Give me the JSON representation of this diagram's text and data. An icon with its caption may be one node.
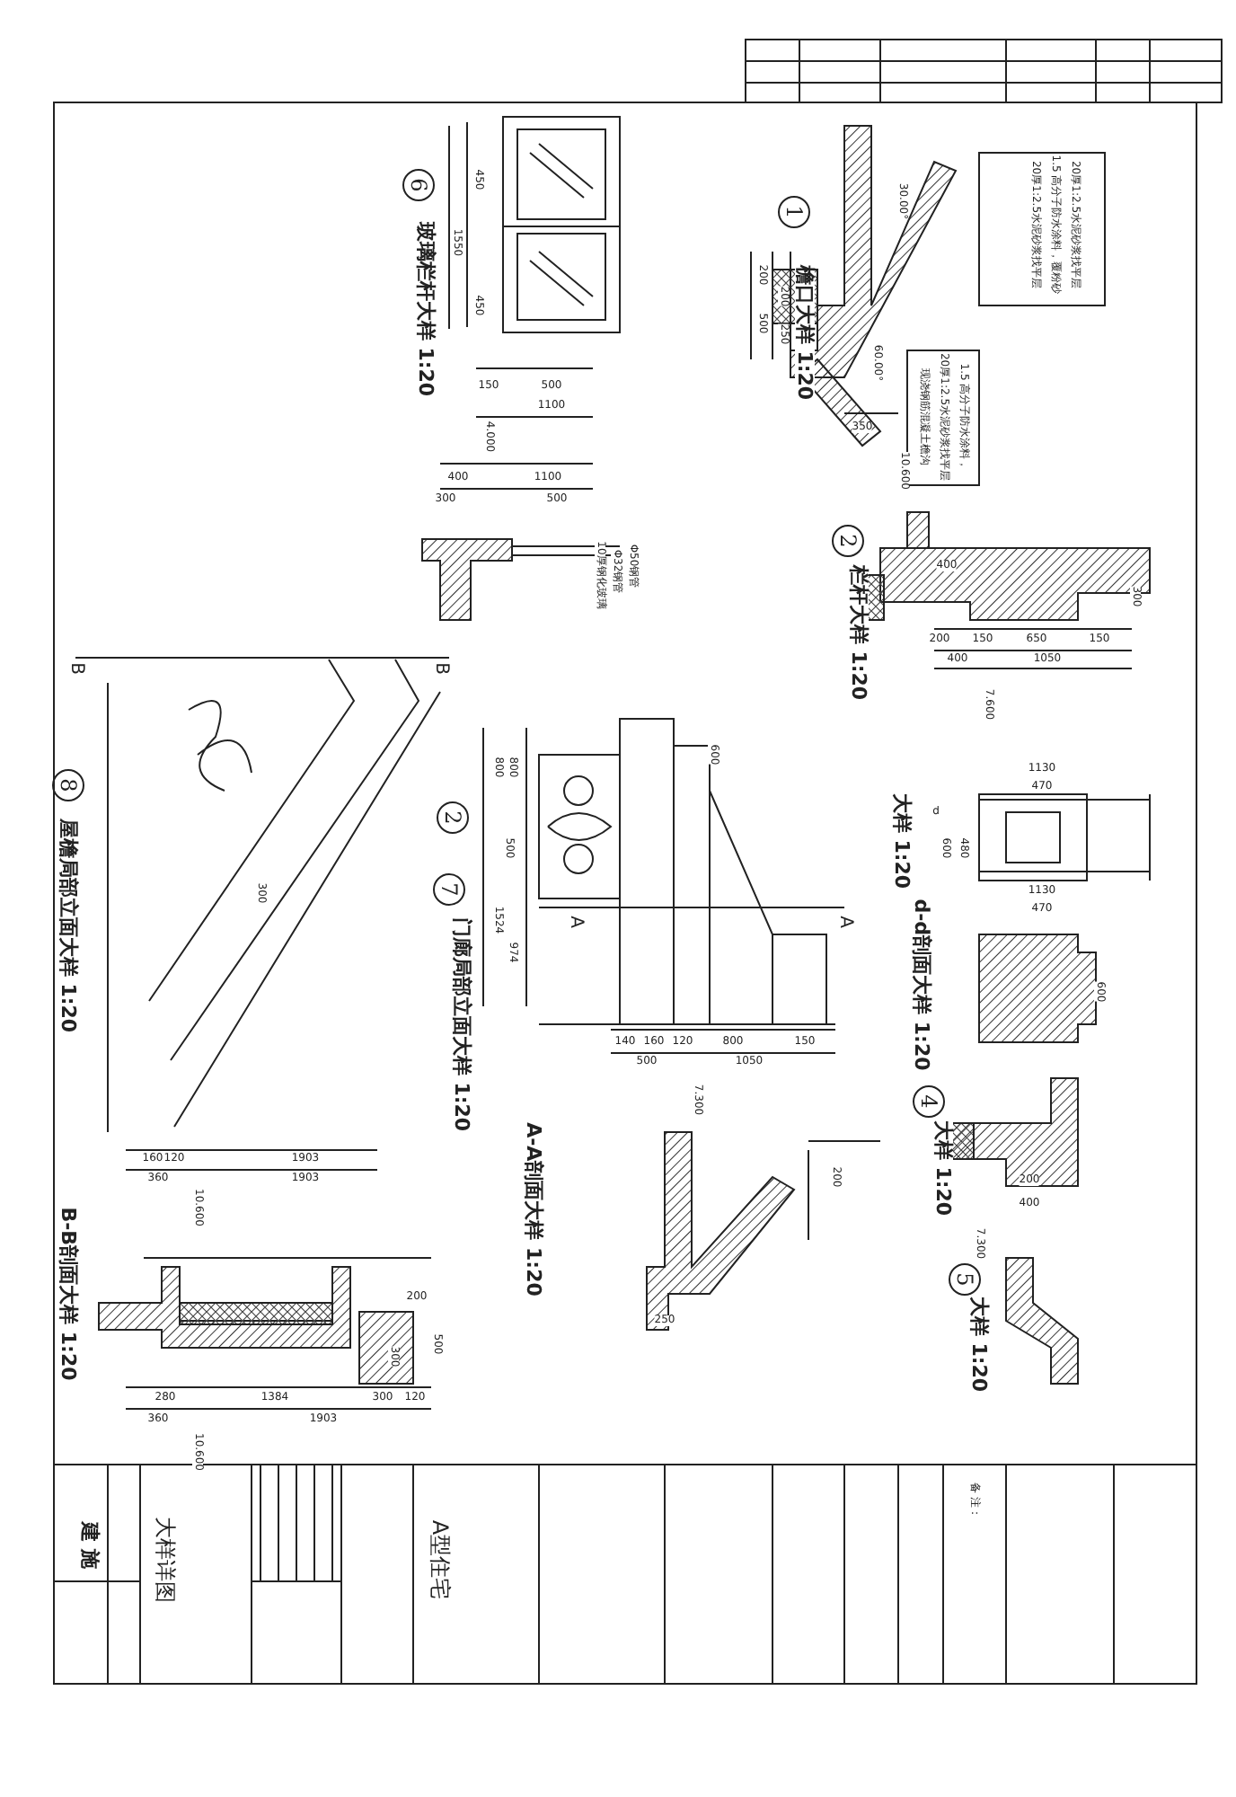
{
  "diagram": {
    "labels": [
      "6",
      "玻璃栏杆大样 1:20",
      "1550",
      "450",
      "450",
      "150",
      "500",
      "1100",
      "4.000",
      "400",
      "1100",
      "300",
      "500",
      "10厚钢化玻璃",
      "Φ32钢管",
      "Φ50钢管",
      "1",
      "檐口大样 1:20",
      "30.00°",
      "60.00°",
      "200",
      "500",
      "200",
      "250",
      "350",
      "10.600",
      "20厚1:2.5水泥砂浆找平层",
      "1.5 高分子防水涂料，覆粉砂",
      "20厚1:2.5水泥砂浆找平层",
      "现浇钢筋混凝土檐沟",
      "20厚1:2.5水泥砂浆找平层",
      "1.5 高分子防水涂料，",
      "2",
      "栏杆大样 1:20",
      "400",
      "300",
      "200",
      "150",
      "650",
      "150",
      "400",
      "1050",
      "7.600",
      "1130",
      "470",
      "大样 1:20",
      "d",
      "600",
      "480",
      "1130",
      "470",
      "d-d剖面大样 1:20",
      "600",
      "4",
      "大样 1:20",
      "200",
      "400",
      "7.300",
      "5",
      "大样 1:20",
      "7",
      "门廊局部立面大样 1:20",
      "800",
      "800",
      "2",
      "500",
      "1524",
      "974",
      "600",
      "A",
      "A",
      "140",
      "160",
      "120",
      "800",
      "150",
      "500",
      "1050",
      "7.300",
      "A-A剖面大样 1:20",
      "200",
      "250",
      "8",
      "屋檐局部立面大样 1:20",
      "B",
      "B",
      "300",
      "160",
      "120",
      "1903",
      "360",
      "1903",
      "10.600",
      "B-B剖面大样 1:20",
      "200",
      "500",
      "300",
      "280",
      "1384",
      "300",
      "120",
      "360",
      "1903",
      "10.600",
      "建 施",
      "大样详图",
      "A型住宅",
      "备 注："
    ]
  }
}
